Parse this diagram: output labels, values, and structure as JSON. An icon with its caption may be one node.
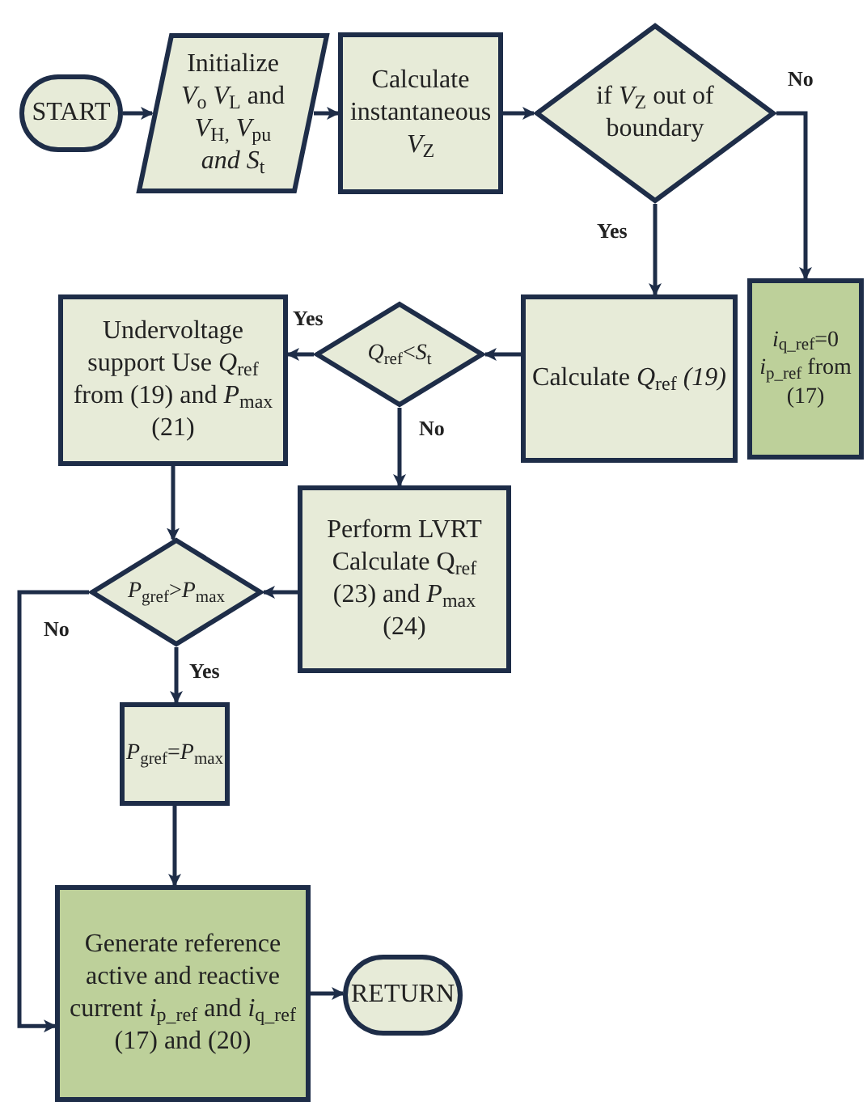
{
  "diagram": {
    "nodes": [
      {
        "text": [
          "START"
        ]
      },
      {
        "text": [
          "Initialize *V*$_{o}$ *V*$_{L}$ and *V*$_{H,}$ *V*$_{pu}$ *and S*$_{t}$"
        ]
      },
      {
        "text": [
          "Calculate instantaneous *V*$_{Z}$"
        ]
      },
      {
        "text": [
          "if *V*$_{Z}$ out of boundary"
        ]
      },
      {
        "text": [
          "Calculate *Q*$_{ref}$ *(19)*"
        ]
      },
      {
        "text": [
          "*i*$_{q_ref}$=0 *i*$_{p_ref}$ from (17)"
        ]
      },
      {
        "text": [
          "Undervoltage support Use *Q*$_{ref}$ from (19) and *P*$_{max}$ (21)"
        ]
      },
      {
        "text": [
          "*Q*$_{ref}$<*S*$_{t}$"
        ]
      },
      {
        "text": [
          "Perform LVRT Calculate Q$_{ref}$ (23) and *P*$_{max}$ (24)"
        ]
      },
      {
        "text": [
          "*P*$_{gref}$>*P*$_{max}$"
        ]
      },
      {
        "text": [
          "*P*$_{gref}$=*P*$_{max}$"
        ]
      },
      {
        "text": [
          "Generate reference active and reactive current *i*$_{p_ref}$ and *i*$_{q_ref}$ (17) and (20)"
        ]
      },
      {
        "text": [
          "RETURN"
        ]
      }
    ],
    "edges": [
      {
        "from": 0,
        "to": 1,
        "arrow": "to"
      },
      {
        "from": 1,
        "to": 2,
        "arrow": "to"
      },
      {
        "from": 2,
        "to": 3,
        "arrow": "to"
      },
      {
        "from": 3,
        "to": 4,
        "arrow": "to",
        "label": "Yes"
      },
      {
        "from": 3,
        "to": 5,
        "arrow": "to",
        "label": "No"
      },
      {
        "from": 4,
        "to": 7,
        "arrow": "to"
      },
      {
        "from": 7,
        "to": 6,
        "arrow": "to",
        "label": "Yes"
      },
      {
        "from": 7,
        "to": 8,
        "arrow": "to",
        "label": "No"
      },
      {
        "from": 6,
        "to": 9,
        "arrow": "to"
      },
      {
        "from": 8,
        "to": 9,
        "arrow": "to"
      },
      {
        "from": 9,
        "to": 10,
        "arrow": "to",
        "label": "Yes"
      },
      {
        "from": 9,
        "to": 11,
        "arrow": "to",
        "label": "No"
      },
      {
        "from": 10,
        "to": 11,
        "arrow": "to"
      },
      {
        "from": 11,
        "to": 12,
        "arrow": "to"
      }
    ]
  }
}
